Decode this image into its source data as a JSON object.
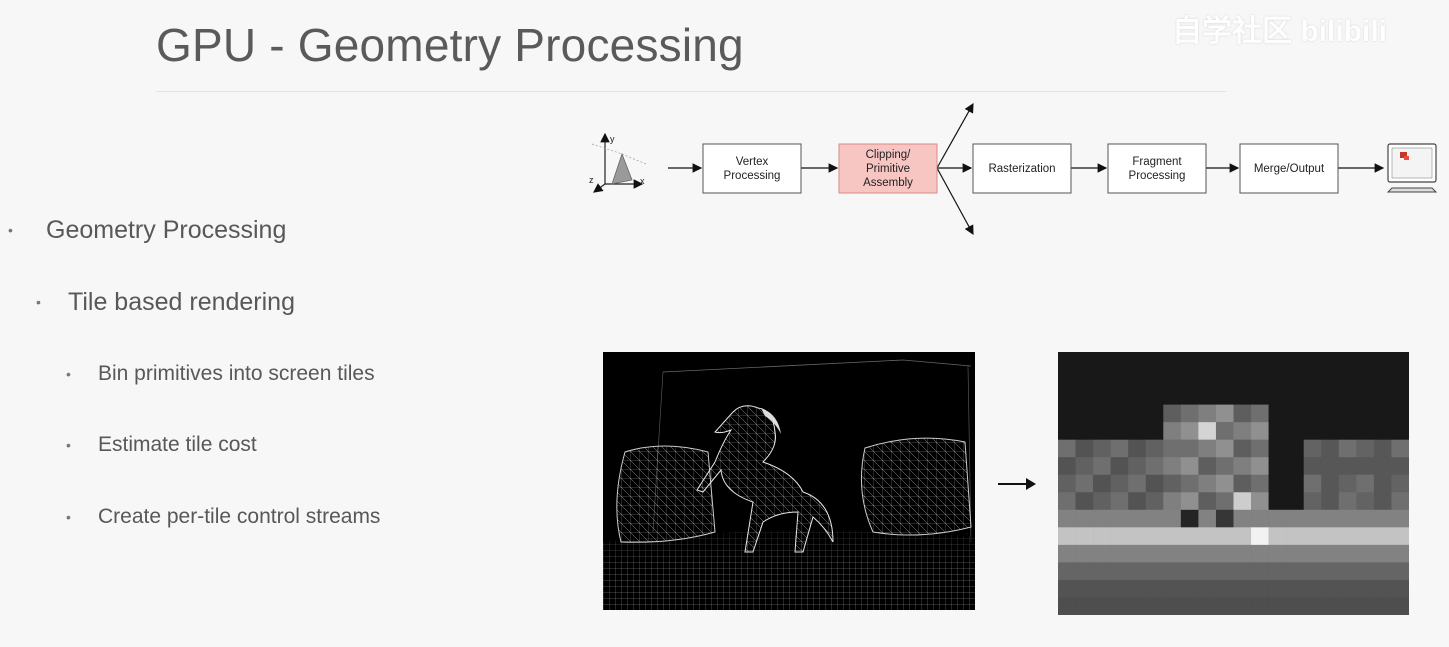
{
  "slide": {
    "title": "GPU - Geometry Processing",
    "watermark": "自学社区 bilibili"
  },
  "bullets": [
    {
      "level": 1,
      "text": "Geometry Processing"
    },
    {
      "level": 2,
      "text": "Tile based rendering"
    },
    {
      "level": 3,
      "text": "Bin primitives into screen tiles"
    },
    {
      "level": 3,
      "text": "Estimate tile cost"
    },
    {
      "level": 3,
      "text": "Create per-tile control streams"
    }
  ],
  "pipeline": {
    "axis_labels": {
      "y": "y",
      "x": "x",
      "z": "z"
    },
    "stages": [
      {
        "lines": [
          "Vertex",
          "Processing"
        ],
        "highlight": false
      },
      {
        "lines": [
          "Clipping/",
          "Primitive",
          "Assembly"
        ],
        "highlight": true
      },
      {
        "lines": [
          "Rasterization"
        ],
        "highlight": false
      },
      {
        "lines": [
          "Fragment",
          "Processing"
        ],
        "highlight": false
      },
      {
        "lines": [
          "Merge/Output"
        ],
        "highlight": false
      }
    ],
    "highlight_color": "#f7c6c2",
    "highlight_border": "#d88a84"
  },
  "images": {
    "wireframe": "wireframe-horse-scene",
    "tile_map": "tile-cost-heatmap"
  }
}
